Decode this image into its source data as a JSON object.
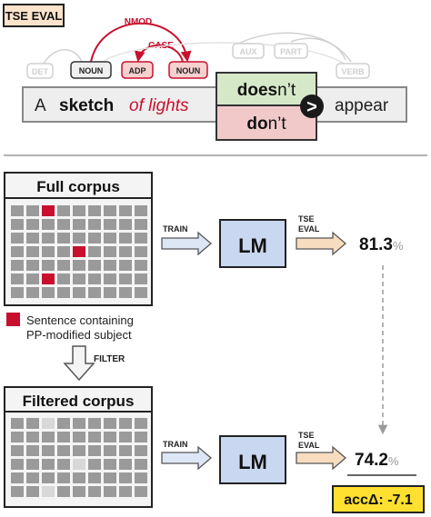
{
  "tag": {
    "label": "TSE EVAL"
  },
  "dependency": {
    "arc_nmod": "NMOD",
    "arc_case": "CASE",
    "tags": {
      "det": "DET",
      "noun1": "NOUN",
      "adp": "ADP",
      "noun2": "NOUN",
      "aux": "AUX",
      "part": "PART",
      "verb": "VERB"
    }
  },
  "sentence": {
    "w1": "A",
    "w2": "sketch",
    "w3": "of lights",
    "good_bold": "does",
    "good_rest": "n’t",
    "bad_bold": "do",
    "bad_rest": "n’t",
    "compare": ">",
    "w_last": "appear"
  },
  "top_section": {
    "title": "Full corpus",
    "legend": [
      "Sentence containing",
      "PP-modified subject"
    ],
    "train_label": "TRAIN",
    "lm_label": "LM",
    "eval_label": [
      "TSE",
      "EVAL"
    ],
    "result_value": "81.3",
    "result_unit": "%"
  },
  "filter_label": "FILTER",
  "bottom_section": {
    "title": "Filtered corpus",
    "train_label": "TRAIN",
    "lm_label": "LM",
    "eval_label": [
      "TSE",
      "EVAL"
    ],
    "result_value": "74.2",
    "result_unit": "%",
    "delta": "accΔ: -7.1"
  },
  "colors": {
    "accent_red": "#c8102e",
    "good_green": "#d5e8c8",
    "bad_red": "#f2c9c9",
    "lm_blue": "#c9d7f0",
    "arrow_peach": "#f8dcc0",
    "tag_bg": "#fce3cc",
    "delta_bg": "#ffe030",
    "cell_gray": "#9a9a9a",
    "cell_light": "#d8d8d8"
  }
}
